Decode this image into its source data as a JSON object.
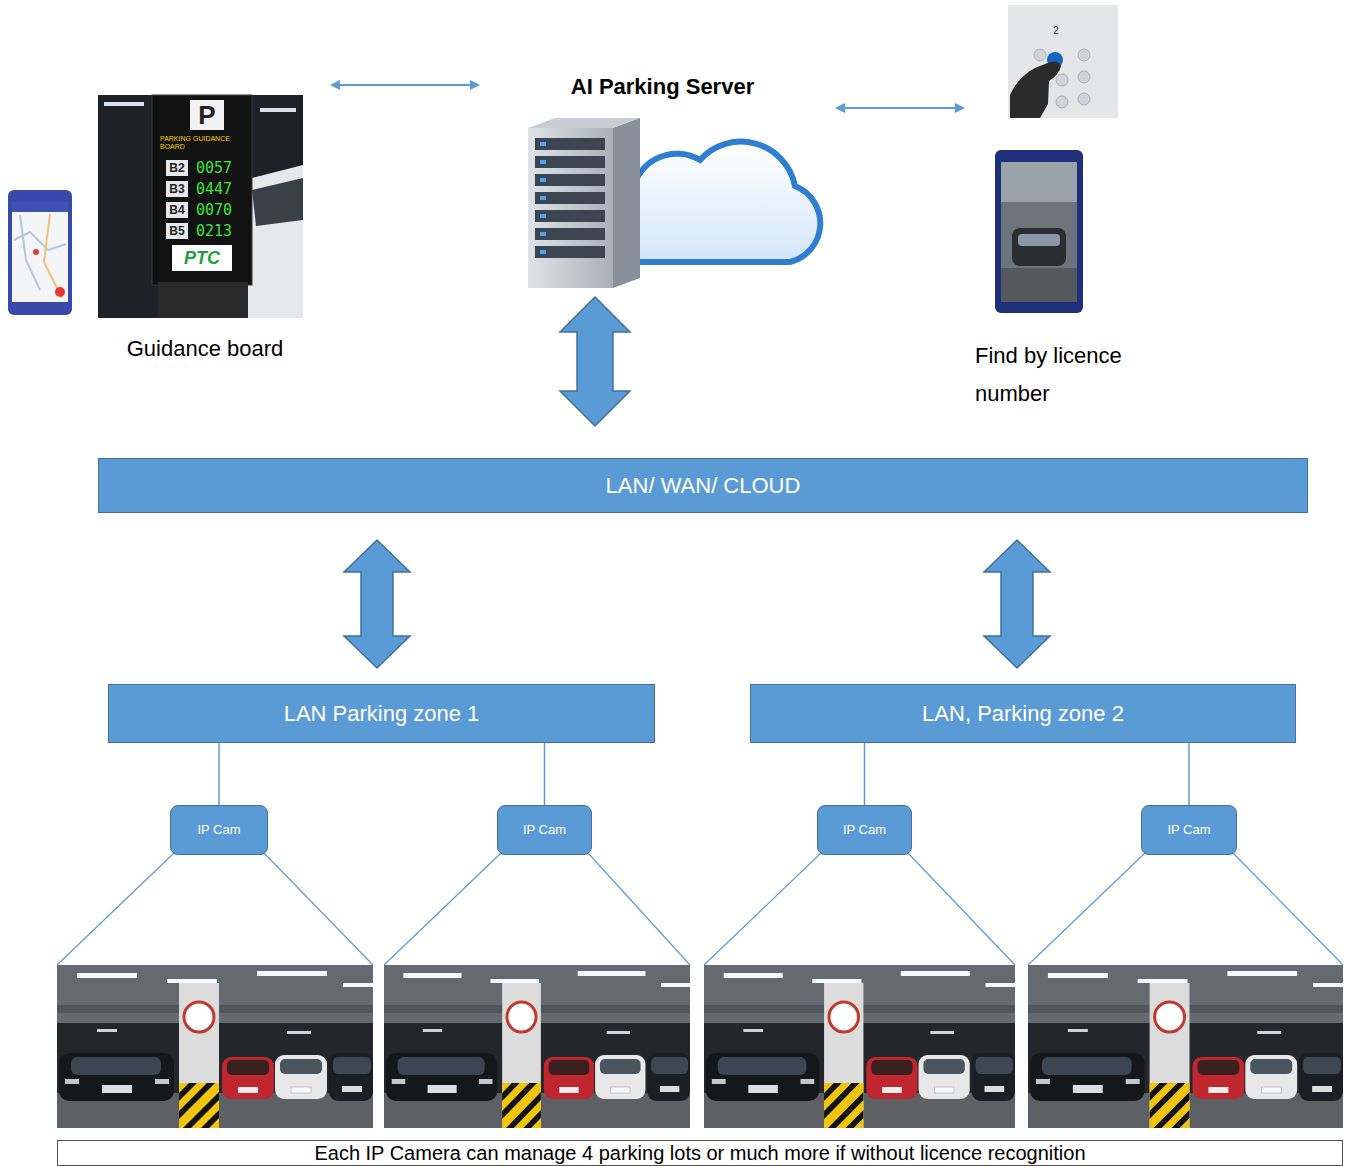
{
  "diagram": {
    "nodes": [
      {
        "text": [
          "Guidance board"
        ]
      },
      {
        "text": [
          "AI Parking Server"
        ]
      },
      {
        "text": [
          "Find by licence number"
        ]
      },
      {
        "text": [
          "LAN/ WAN/ CLOUD"
        ]
      },
      {
        "text": [
          "LAN Parking zone 1"
        ]
      },
      {
        "text": [
          "LAN, Parking zone 2"
        ]
      },
      {
        "text": [
          "IP Cam"
        ]
      },
      {
        "text": [
          "IP Cam"
        ]
      },
      {
        "text": [
          "IP Cam"
        ]
      },
      {
        "text": [
          "IP Cam"
        ]
      },
      {
        "text": [
          "Each IP Camera can manage 4 parking lots or much more if without licence recognition"
        ]
      }
    ],
    "edges": [
      {
        "from": 0,
        "to": 1,
        "arrow": "both"
      },
      {
        "from": 1,
        "to": 2,
        "arrow": "both"
      },
      {
        "from": 1,
        "to": 3,
        "arrow": "both"
      },
      {
        "from": 3,
        "to": 4,
        "arrow": "both"
      },
      {
        "from": 3,
        "to": 5,
        "arrow": "both"
      },
      {
        "from": 4,
        "to": 6,
        "arrow": "none"
      },
      {
        "from": 4,
        "to": 7,
        "arrow": "none"
      },
      {
        "from": 5,
        "to": 8,
        "arrow": "none"
      },
      {
        "from": 5,
        "to": 9,
        "arrow": "none"
      }
    ],
    "labels": [
      "P",
      "PARKING GUIDANCE BOARD",
      "B2",
      "0057",
      "B3",
      "0447",
      "B4",
      "0070",
      "B5",
      "0213",
      "PTC",
      "2"
    ]
  }
}
